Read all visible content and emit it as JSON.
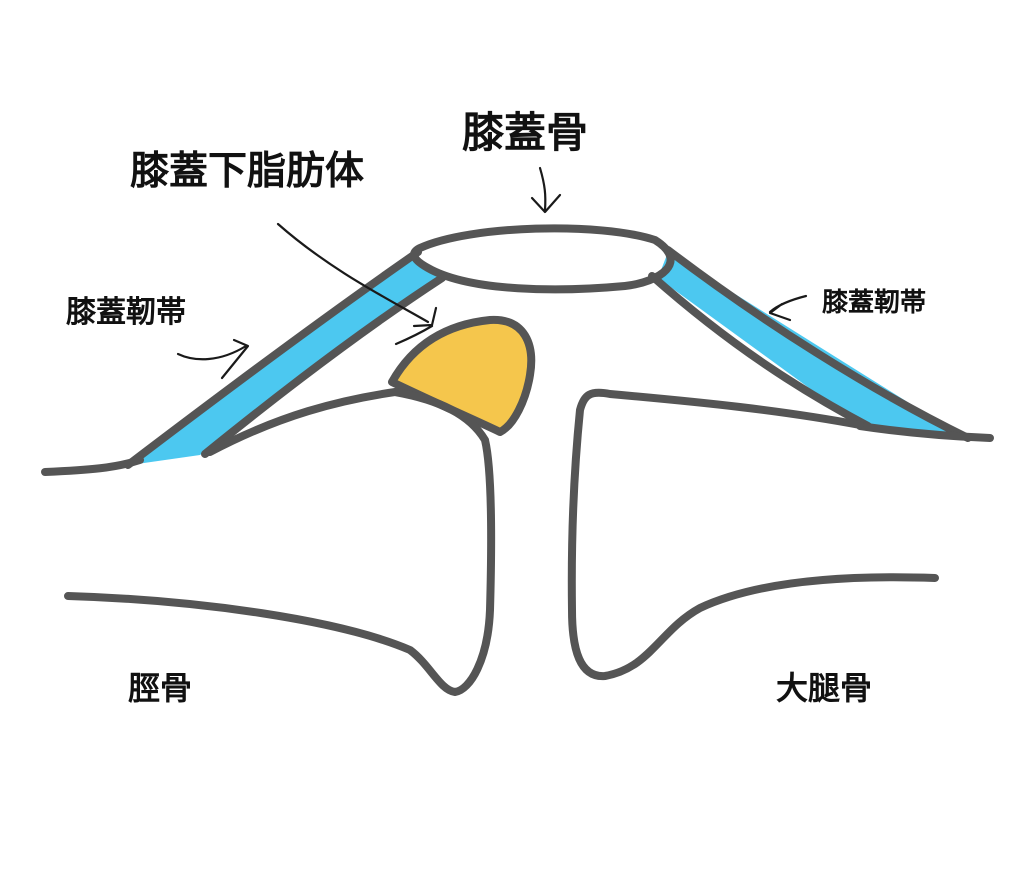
{
  "labels": {
    "patella": "膝蓋骨",
    "infrapatellar_fat_pad": "膝蓋下脂肪体",
    "patellar_ligament_left": "膝蓋靭帯",
    "patellar_ligament_right": "膝蓋靭帯",
    "tibia": "脛骨",
    "femur": "大腿骨"
  },
  "colors": {
    "ligament": "#4cc8f0",
    "fat_pad": "#f5c64c",
    "bone_outline": "#555555",
    "background": "#ffffff",
    "text": "#111111"
  }
}
